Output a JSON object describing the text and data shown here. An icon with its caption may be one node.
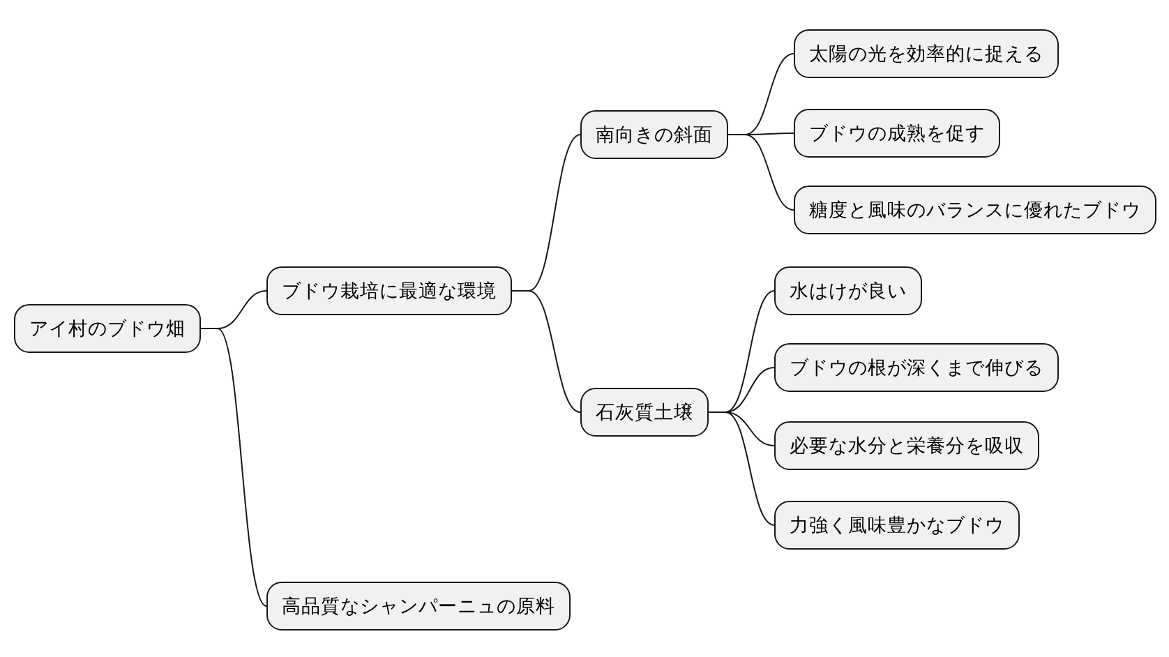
{
  "diagram": {
    "nodes": [
      {
        "text": [
          "アイ村のブドウ畑"
        ]
      },
      {
        "text": [
          "ブドウ栽培に最適な環境"
        ]
      },
      {
        "text": [
          "南向きの斜面"
        ]
      },
      {
        "text": [
          "太陽の光を効率的に捉える"
        ]
      },
      {
        "text": [
          "ブドウの成熟を促す"
        ]
      },
      {
        "text": [
          "糖度と風味のバランスに優れたブドウ"
        ]
      },
      {
        "text": [
          "石灰質土壌"
        ]
      },
      {
        "text": [
          "水はけが良い"
        ]
      },
      {
        "text": [
          "ブドウの根が深くまで伸びる"
        ]
      },
      {
        "text": [
          "必要な水分と栄養分を吸収"
        ]
      },
      {
        "text": [
          "力強く風味豊かなブドウ"
        ]
      },
      {
        "text": [
          "高品質なシャンパーニュの原料"
        ]
      }
    ],
    "edges": [
      {
        "from": 0,
        "to": 1,
        "arrow": "none"
      },
      {
        "from": 1,
        "to": 2,
        "arrow": "none"
      },
      {
        "from": 2,
        "to": 3,
        "arrow": "none"
      },
      {
        "from": 2,
        "to": 4,
        "arrow": "none"
      },
      {
        "from": 2,
        "to": 5,
        "arrow": "none"
      },
      {
        "from": 1,
        "to": 6,
        "arrow": "none"
      },
      {
        "from": 6,
        "to": 7,
        "arrow": "none"
      },
      {
        "from": 6,
        "to": 8,
        "arrow": "none"
      },
      {
        "from": 6,
        "to": 9,
        "arrow": "none"
      },
      {
        "from": 6,
        "to": 10,
        "arrow": "none"
      },
      {
        "from": 0,
        "to": 11,
        "arrow": "none"
      }
    ]
  }
}
